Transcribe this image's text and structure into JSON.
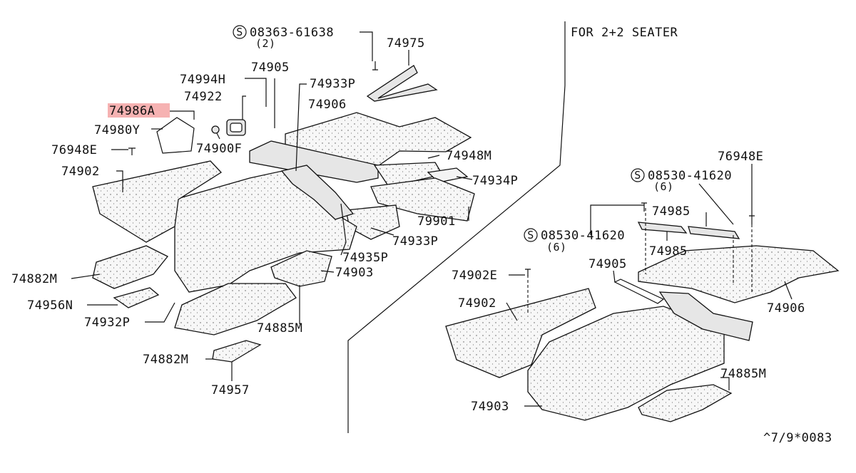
{
  "header": {
    "variant_note": "FOR 2+2 SEATER"
  },
  "footer": {
    "ref_code": "^7/9*0083"
  },
  "highlight_color": "#f6b2b2",
  "left": {
    "screw_top": {
      "symbol": "S",
      "number": "08363-61638",
      "qty": "(2)"
    },
    "labels": {
      "p74975": "74975",
      "p74905": "74905",
      "p74994H": "74994H",
      "p74922": "74922",
      "p74933P_top": "74933P",
      "p74906": "74906",
      "p74986A": "74986A",
      "p74980Y": "74980Y",
      "p76948E": "76948E",
      "p74900F": "74900F",
      "p74948M": "74948M",
      "p74902": "74902",
      "p74934P": "74934P",
      "p79901": "79901",
      "p74933P_bottom": "74933P",
      "p74935P": "74935P",
      "p74882M_top": "74882M",
      "p74903": "74903",
      "p74956N": "74956N",
      "p74932P": "74932P",
      "p74885M": "74885M",
      "p74882M_bottom": "74882M",
      "p74957": "74957"
    }
  },
  "right": {
    "screw_a": {
      "symbol": "S",
      "number": "08530-41620",
      "qty": "(6)"
    },
    "screw_b": {
      "symbol": "S",
      "number": "08530-41620",
      "qty": "(6)"
    },
    "labels": {
      "p76948E": "76948E",
      "p74985_top": "74985",
      "p74985_bottom": "74985",
      "p74902E": "74902E",
      "p74905": "74905",
      "p74906": "74906",
      "p74902": "74902",
      "p74885M": "74885M",
      "p74903": "74903"
    }
  }
}
